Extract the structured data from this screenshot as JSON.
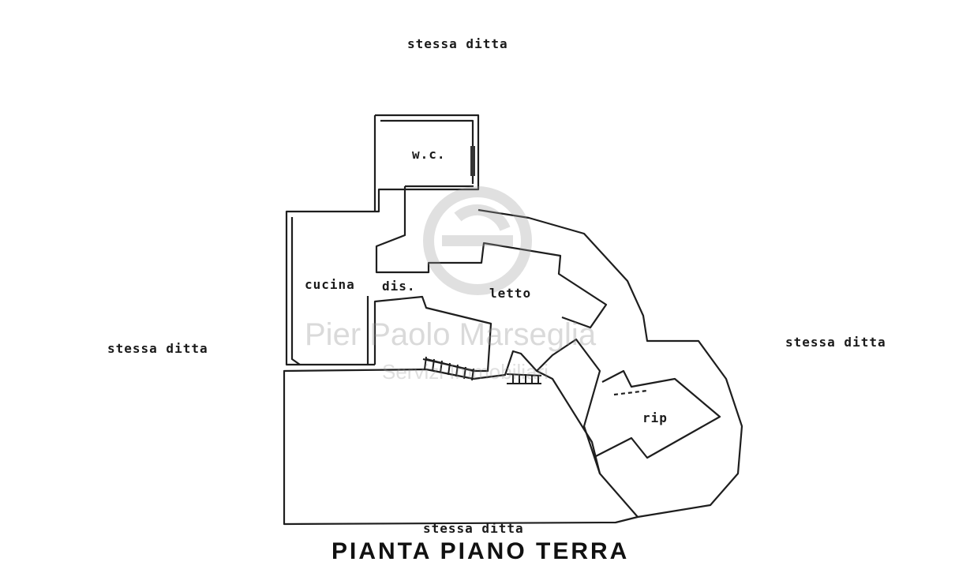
{
  "plan": {
    "neighbors": {
      "top": "stessa    ditta",
      "left": "stessa ditta",
      "right": "stessa   ditta",
      "bottom": "stessa  ditta"
    },
    "rooms": {
      "wc": "w.c.",
      "cucina": "cucina",
      "dis": "dis.",
      "letto": "letto",
      "rip": "rip"
    },
    "title": "PIANTA  PIANO TERRA"
  },
  "watermark": {
    "name": "Pier Paolo Marseglia",
    "subtitle": "Servizi Immobiliari",
    "logo_icon": "stylized-e-logo-icon"
  }
}
